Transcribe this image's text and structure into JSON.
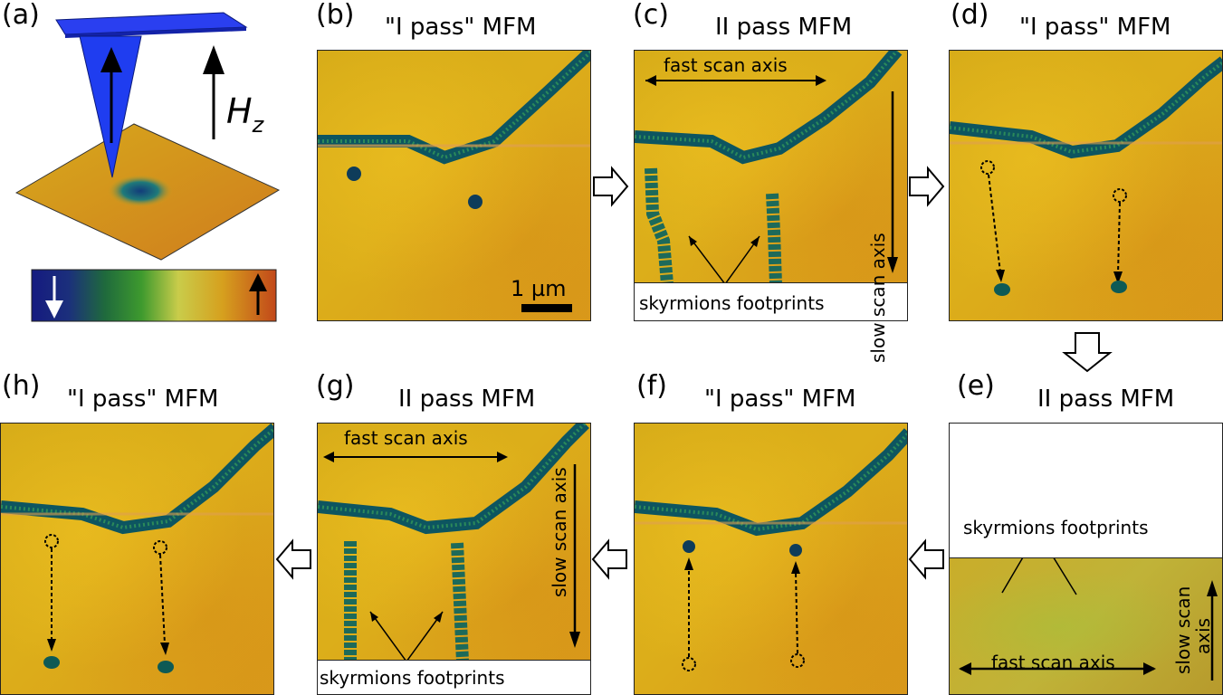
{
  "figure": {
    "labels": {
      "a": "(a)",
      "b": "(b)",
      "c": "(c)",
      "d": "(d)",
      "e": "(e)",
      "f": "(f)",
      "g": "(g)",
      "h": "(h)"
    },
    "titles": {
      "b": "\"I pass\" MFM",
      "c": "II pass MFM",
      "d": "\"I pass\" MFM",
      "e": "II pass MFM",
      "f": "\"I pass\" MFM",
      "g": "II pass MFM",
      "h": "\"I pass\" MFM"
    },
    "hz_label": "H",
    "hz_sub": "z",
    "scale_bar": "1 µm",
    "fast_scan": "fast scan axis",
    "slow_scan": "slow scan axis",
    "slow_scan_line1": "slow scan",
    "slow_scan_line2": "axis",
    "footprints": "skyrmions footprints",
    "colors": {
      "tip": "#1f3df0",
      "domain": "#1b6b6e",
      "background": "#d8aa1a",
      "colorbar_start": "#1c2a8a",
      "colorbar_end": "#c8531c"
    }
  }
}
